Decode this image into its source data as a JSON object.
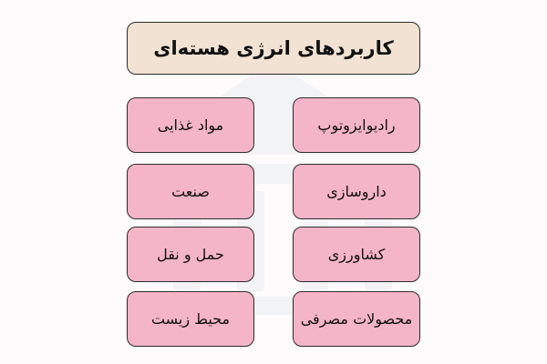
{
  "title": "کاربردهای انرژی هسته‌ای",
  "right_column": [
    {
      "label": "رادیوایزوتوپ"
    },
    {
      "label": "داروسازی"
    },
    {
      "label": "کشاورزی"
    },
    {
      "label": "محصولات مصرفی"
    }
  ],
  "left_column": [
    {
      "label": "مواد غذایی"
    },
    {
      "label": "صنعت"
    },
    {
      "label": "حمل و نقل"
    },
    {
      "label": "محیط زیست"
    }
  ],
  "colors": {
    "title_bg": "#f1e2d3",
    "item_bg": "#f5b5c8",
    "border": "#2b2b2b",
    "page_bg": "#fdfbfb"
  }
}
